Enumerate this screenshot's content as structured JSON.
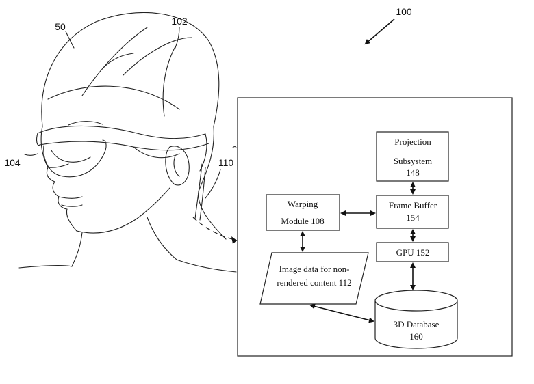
{
  "figure": {
    "ref_overall": "100",
    "ref_head": "50",
    "ref_frame": "102",
    "ref_display": "104",
    "ref_processor": "110"
  },
  "blocks": {
    "projection": {
      "line1": "Projection",
      "line2": "Subsystem",
      "line3": "148"
    },
    "frame_buffer": {
      "line1": "Frame Buffer",
      "line2": "154"
    },
    "warping": {
      "line1": "Warping",
      "line2": "Module 108"
    },
    "gpu": {
      "line1": "GPU 152"
    },
    "image_data": {
      "line1": "Image data for non-",
      "line2": "rendered content 112"
    },
    "database": {
      "line1": "3D Database",
      "line2": "160"
    }
  },
  "colors": {
    "ink": "#222222",
    "background": "#ffffff"
  }
}
